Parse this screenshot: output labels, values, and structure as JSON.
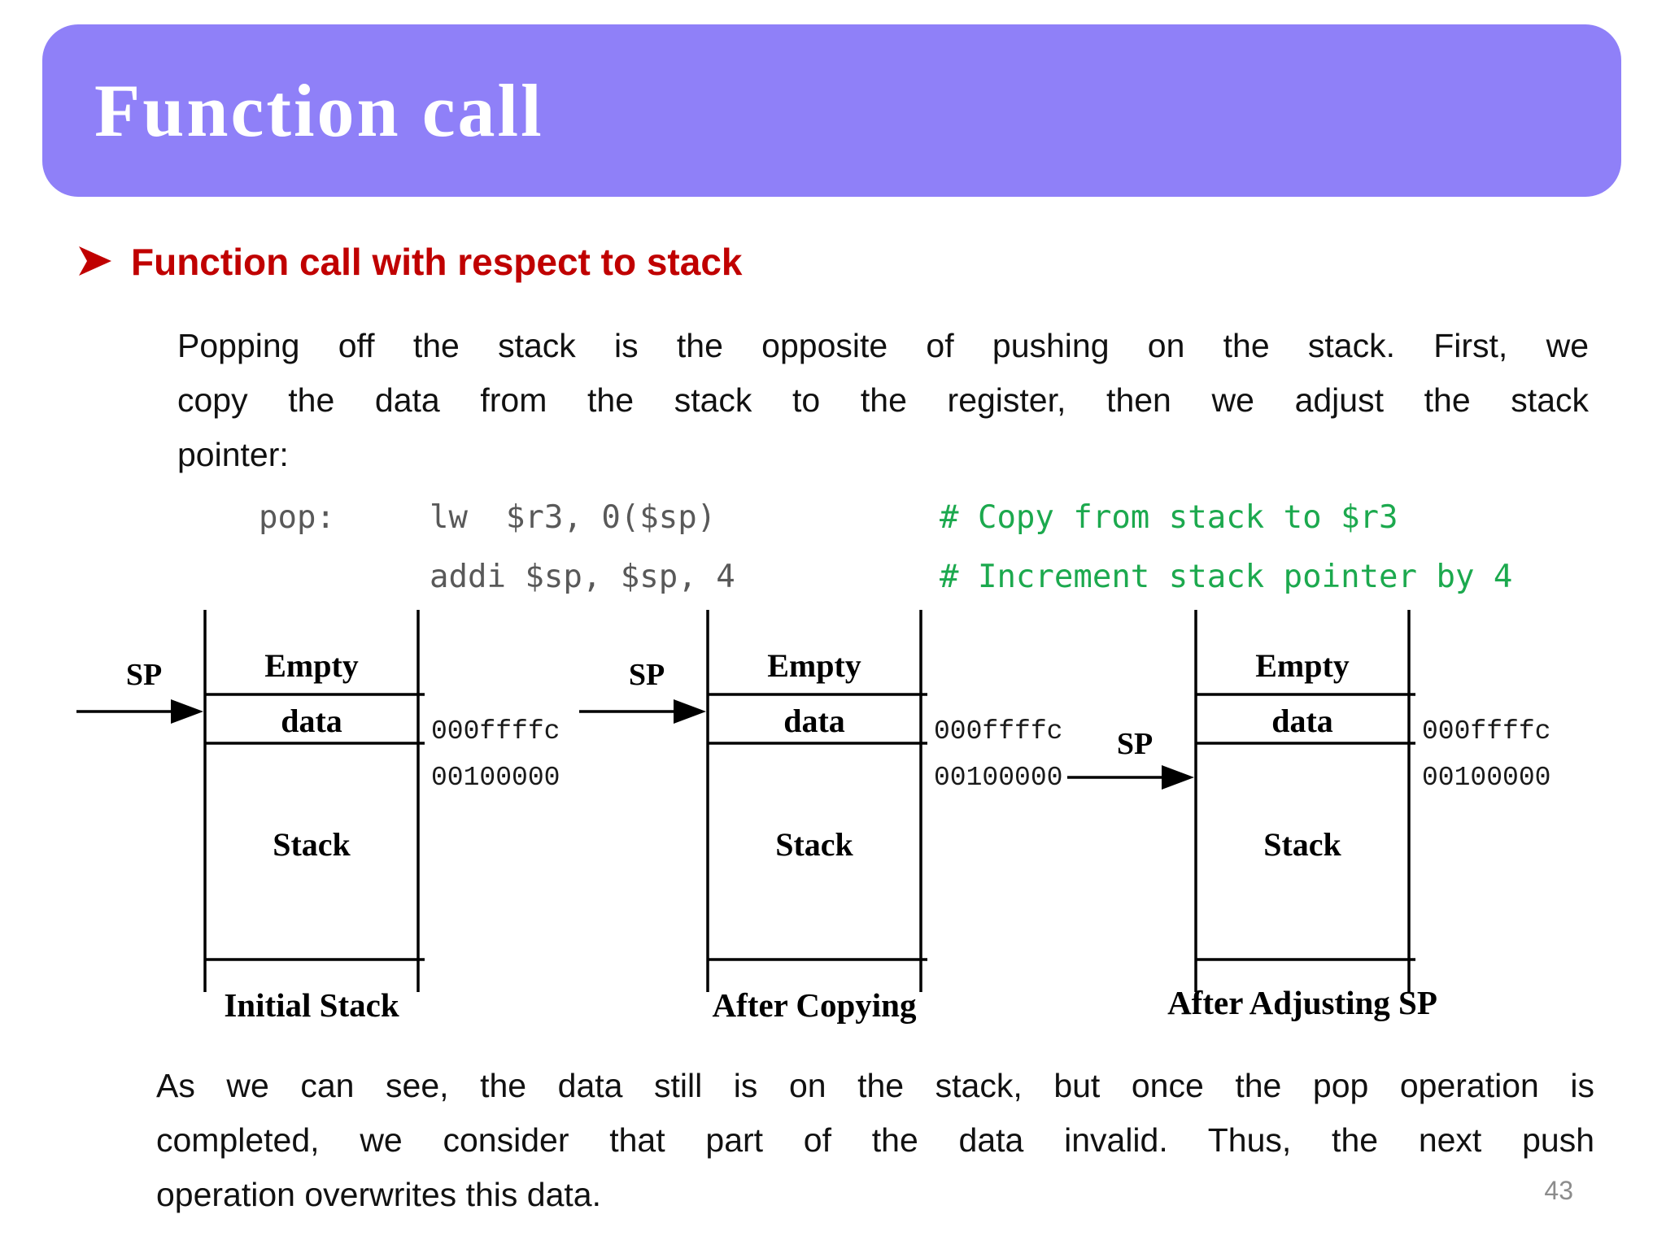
{
  "title_bar": {
    "text": "Function call",
    "background": "#8f80f8",
    "text_color": "#ffffff"
  },
  "heading": {
    "text": "Function call with respect to stack",
    "color": "#c00000",
    "bullet_icon": "red-dart-arrow"
  },
  "intro": {
    "lines": [
      "Popping off the stack is the opposite of pushing on the stack. First, we",
      "copy the data from the stack to the register, then we adjust the stack",
      "pointer:"
    ]
  },
  "code": {
    "text_color": "#595959",
    "comment_color": "#1ca94e",
    "lines": [
      {
        "label": "pop:",
        "instruction": "lw  $r3, 0($sp)",
        "comment": "# Copy from stack to $r3"
      },
      {
        "label": "",
        "instruction": "addi $sp, $sp, 4",
        "comment": "# Increment stack pointer by 4"
      }
    ]
  },
  "diagrams": [
    {
      "caption": "Initial Stack",
      "sp_label": "SP",
      "sp_points_to": "data row",
      "cell_empty": "Empty",
      "cell_data": "data",
      "cell_stack": "Stack",
      "address_top": "000ffffc",
      "address_bottom": "00100000"
    },
    {
      "caption": "After Copying",
      "sp_label": "SP",
      "sp_points_to": "data row",
      "cell_empty": "Empty",
      "cell_data": "data",
      "cell_stack": "Stack",
      "address_top": "000ffffc",
      "address_bottom": "00100000"
    },
    {
      "caption": "After Adjusting SP",
      "sp_label": "SP",
      "sp_points_to": "word below data",
      "cell_empty": "Empty",
      "cell_data": "data",
      "cell_stack": "Stack",
      "address_top": "000ffffc",
      "address_bottom": "00100000"
    }
  ],
  "closing": {
    "lines": [
      "As we can see, the data still is on the stack, but once the pop operation is",
      "completed, we consider that part of the data invalid. Thus, the next push",
      "operation overwrites this data."
    ]
  },
  "page": {
    "number": "43"
  }
}
